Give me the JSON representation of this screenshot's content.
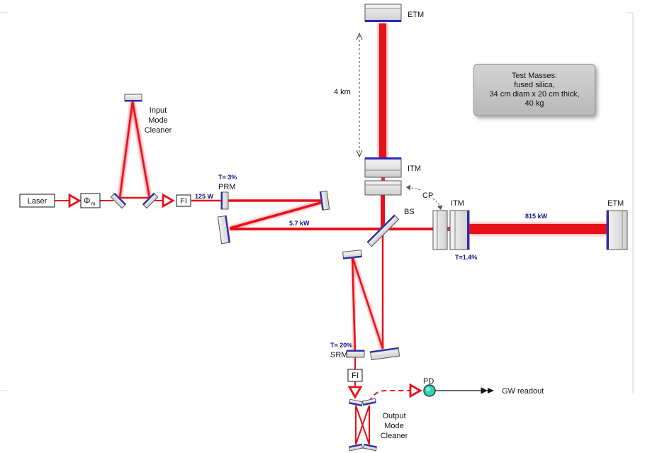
{
  "labels": {
    "etm_top": "ETM",
    "itm_top": "ITM",
    "etm_right": "ETM",
    "itm_right": "ITM",
    "cp": "CP",
    "bs": "BS",
    "prm": "PRM",
    "srm": "SRM",
    "laser": "Laser",
    "modulator": "Φ",
    "modulator_sub": "m",
    "fi_input": "FI",
    "fi_output": "FI",
    "pd": "PD",
    "arm_length": "4 km",
    "gw_readout": "GW readout",
    "input_mode_cleaner": [
      "Input",
      "Mode",
      "Cleaner"
    ],
    "output_mode_cleaner": [
      "Output",
      "Mode",
      "Cleaner"
    ]
  },
  "values": {
    "input_power": "125 W",
    "prm_transmission": "T= 3%",
    "recycled_power": "5.7 kW",
    "arm_power": "815 kW",
    "itm_transmission": "T=1.4%",
    "srm_transmission": "T= 20%"
  },
  "note": {
    "lines": [
      "Test Masses:",
      "fused silica,",
      "34 cm diam x 20 cm thick,",
      "40 kg"
    ]
  },
  "colors": {
    "beam": "#e8101a",
    "mirror_coating": "#2a2ab8",
    "pd_fill": "#2fd4b4"
  }
}
